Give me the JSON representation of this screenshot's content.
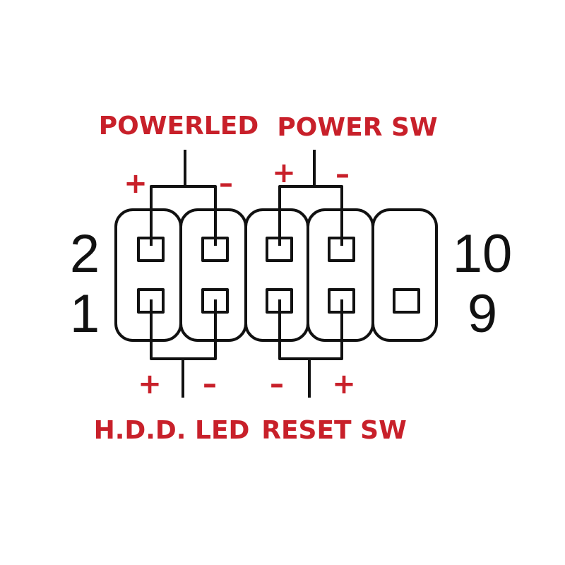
{
  "labels": {
    "powerled": "POWERLED",
    "power_sw": "POWER SW",
    "hdd_led": "H.D.D. LED",
    "reset_sw": "RESET SW"
  },
  "pin_numbers": {
    "top_left": "2",
    "bottom_left": "1",
    "top_right": "10",
    "bottom_right": "9"
  },
  "signs": {
    "powerled_plus": "+",
    "powerled_minus": "–",
    "power_sw_plus": "+",
    "power_sw_minus": "–",
    "hdd_led_plus": "+",
    "hdd_led_minus": "–",
    "reset_sw_minus": "–",
    "reset_sw_plus": "+"
  },
  "colors": {
    "label": "#c8202a",
    "line": "#111111",
    "background": "#ffffff"
  }
}
